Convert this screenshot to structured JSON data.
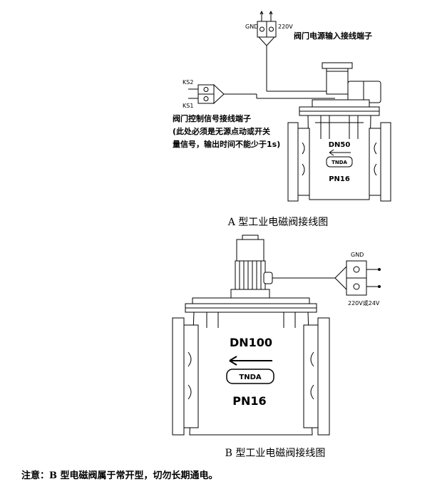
{
  "diagram_a": {
    "caption": "A 型工业电磁阀接线图",
    "power_terminal": {
      "left_label": "GND",
      "right_label": "220V",
      "title": "阀门电源输入接线端子"
    },
    "signal_terminal": {
      "top_label": "KS2",
      "bottom_label": "KS1",
      "title": "阀门控制信号接线端子",
      "desc_line1": "(此处必须是无源点动或开关",
      "desc_line2": "量信号，输出时间不能少于1s)"
    },
    "valve": {
      "size": "DN50",
      "brand": "TNDA",
      "pressure": "PN16"
    }
  },
  "diagram_b": {
    "caption": "B 型工业电磁阀接线图",
    "terminal": {
      "top_label": "GND",
      "bottom_label": "220V或24V"
    },
    "valve": {
      "size": "DN100",
      "brand": "TNDA",
      "pressure": "PN16"
    }
  },
  "note": "注意：B 型电磁阀属于常开型，切勿长期通电。"
}
